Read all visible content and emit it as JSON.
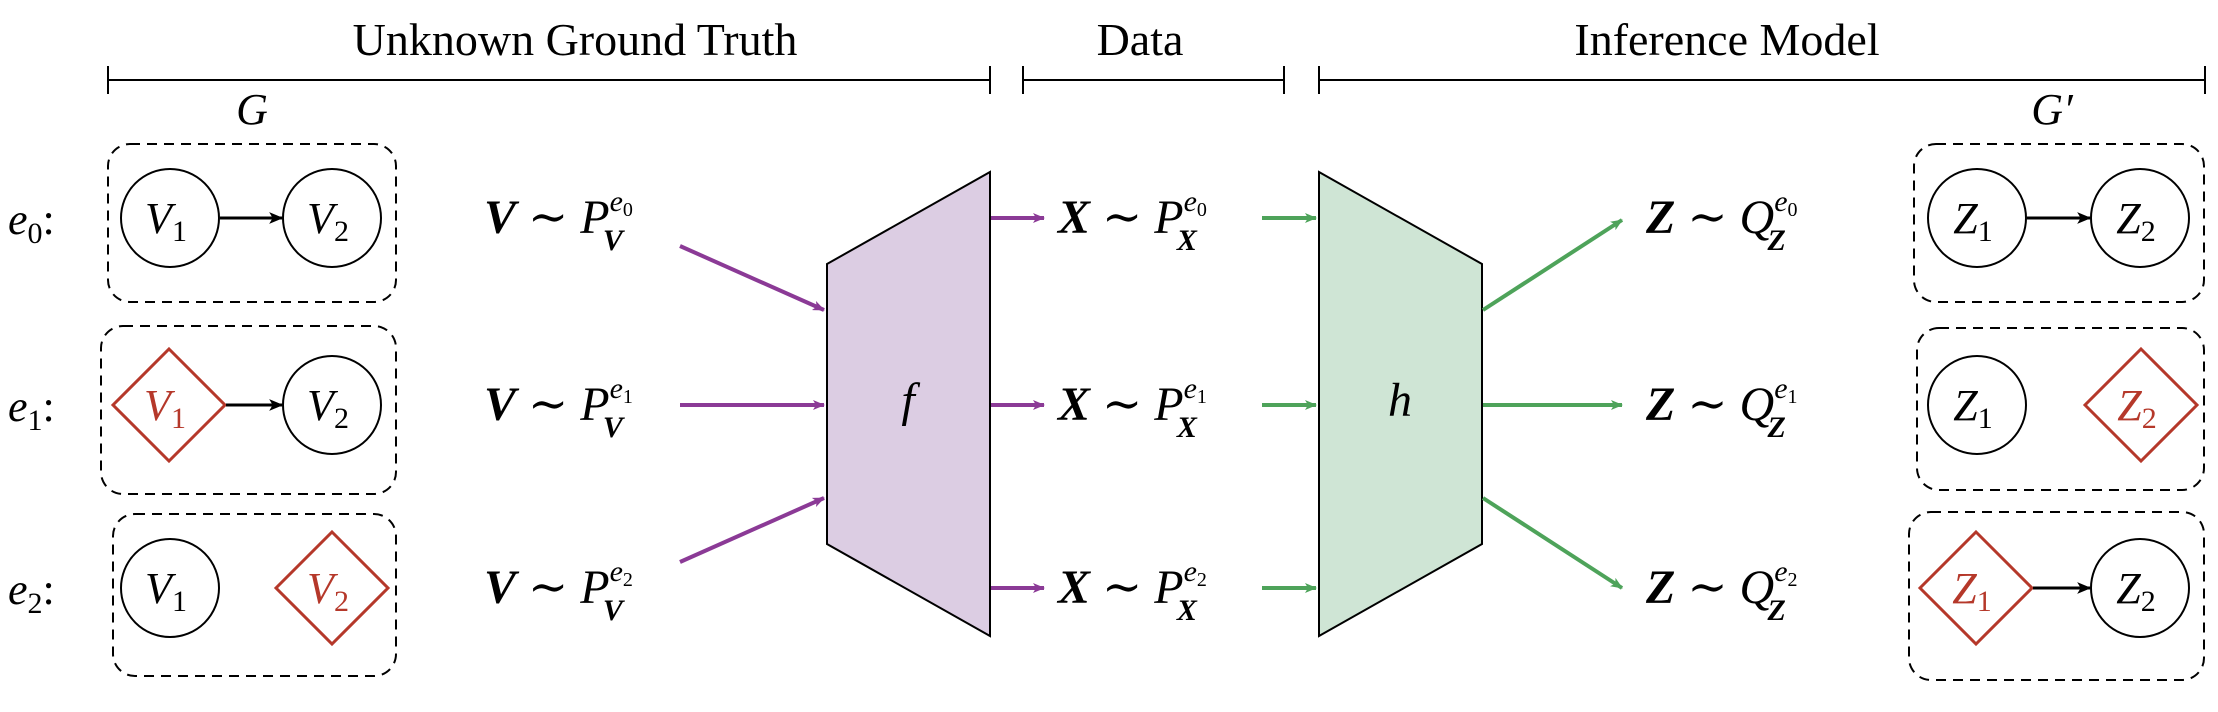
{
  "headers": {
    "ground_truth": "Unknown Ground Truth",
    "data": "Data",
    "inference": "Inference Model"
  },
  "graph_labels": {
    "left": "G",
    "right": "G′"
  },
  "environments": [
    {
      "env": "e",
      "sub": "0",
      "colon": ":"
    },
    {
      "env": "e",
      "sub": "1",
      "colon": ":"
    },
    {
      "env": "e",
      "sub": "2",
      "colon": ":"
    }
  ],
  "left_graphs": [
    {
      "node1": {
        "main": "V",
        "sub": "1",
        "intervened": false
      },
      "node2": {
        "main": "V",
        "sub": "2",
        "intervened": false
      },
      "edge": true
    },
    {
      "node1": {
        "main": "V",
        "sub": "1",
        "intervened": true
      },
      "node2": {
        "main": "V",
        "sub": "2",
        "intervened": false
      },
      "edge": true
    },
    {
      "node1": {
        "main": "V",
        "sub": "1",
        "intervened": false
      },
      "node2": {
        "main": "V",
        "sub": "2",
        "intervened": true
      },
      "edge": false
    }
  ],
  "right_graphs": [
    {
      "node1": {
        "main": "Z",
        "sub": "1",
        "intervened": false
      },
      "node2": {
        "main": "Z",
        "sub": "2",
        "intervened": false
      },
      "edge": true
    },
    {
      "node1": {
        "main": "Z",
        "sub": "1",
        "intervened": false
      },
      "node2": {
        "main": "Z",
        "sub": "2",
        "intervened": true
      },
      "edge": false
    },
    {
      "node1": {
        "main": "Z",
        "sub": "1",
        "intervened": true
      },
      "node2": {
        "main": "Z",
        "sub": "2",
        "intervened": false
      },
      "edge": true
    }
  ],
  "distributions": {
    "v": {
      "var": "V",
      "tilde": "∼",
      "dist": "P",
      "dist_sub": "V",
      "sups": [
        "e0",
        "e1",
        "e2"
      ]
    },
    "x": {
      "var": "X",
      "tilde": "∼",
      "dist": "P",
      "dist_sub": "X",
      "sups": [
        "e0",
        "e1",
        "e2"
      ]
    },
    "z": {
      "var": "Z",
      "tilde": "∼",
      "dist": "Q",
      "dist_sub": "Z",
      "sups": [
        "e0",
        "e1",
        "e2"
      ]
    }
  },
  "maps": {
    "f": "f",
    "h": "h"
  },
  "colors": {
    "purple": "#8b3a96",
    "green": "#4ea35a",
    "red": "#b5382a",
    "f_fill": "#dccde3",
    "h_fill": "#cfe5d5"
  }
}
